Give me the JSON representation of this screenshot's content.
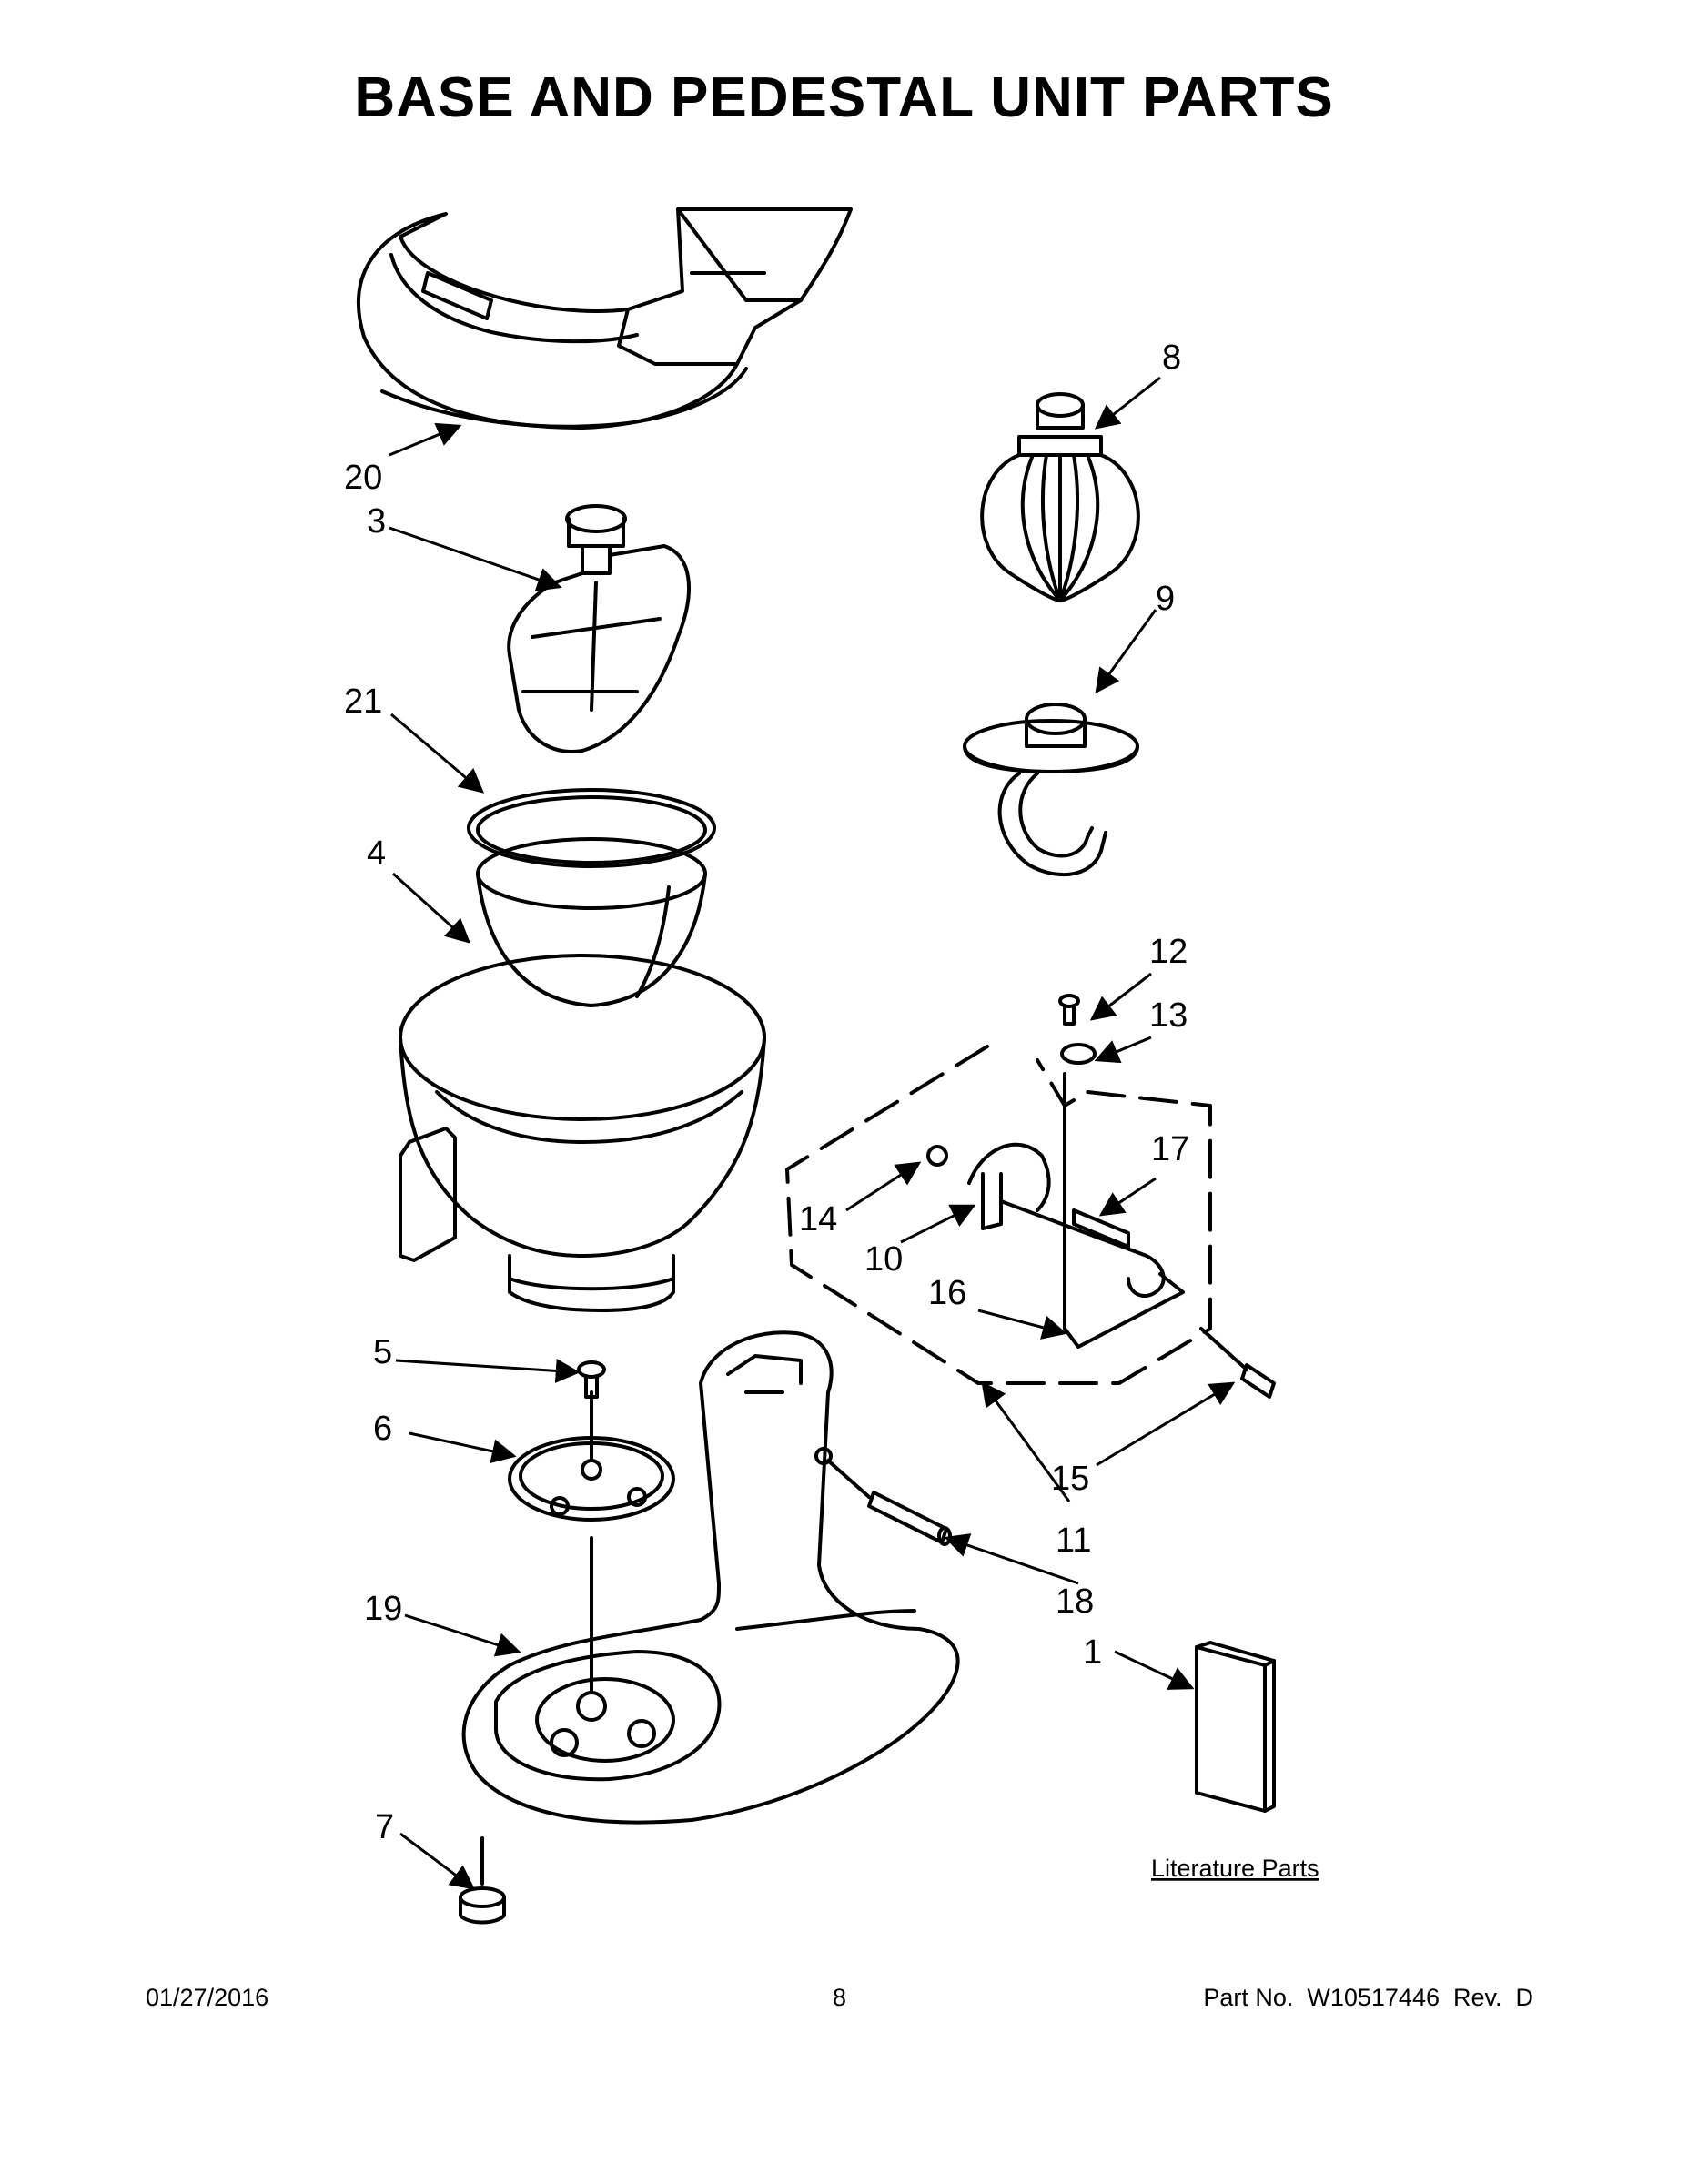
{
  "title": "BASE AND PEDESTAL UNIT PARTS",
  "callouts": {
    "c1": "1",
    "c3": "3",
    "c4": "4",
    "c5": "5",
    "c6": "6",
    "c7": "7",
    "c8": "8",
    "c9": "9",
    "c10": "10",
    "c11": "11",
    "c12": "12",
    "c13": "13",
    "c14": "14",
    "c15": "15",
    "c16": "16",
    "c17": "17",
    "c18": "18",
    "c19": "19",
    "c20": "20",
    "c21": "21"
  },
  "literature_label": "Literature Parts",
  "footer": {
    "date": "01/27/2016",
    "page": "8",
    "part_no": "Part No.  W10517446  Rev.  D"
  }
}
